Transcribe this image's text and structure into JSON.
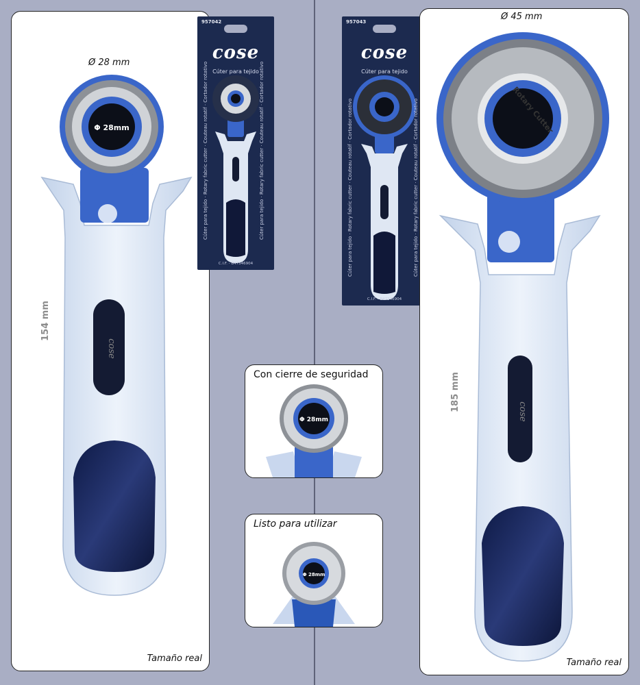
{
  "left_panel": {
    "diameter_label": "Ø 28 mm",
    "length_label": "154 mm",
    "caption": "Tamaño real",
    "blade_marking": "Φ 28mm",
    "handle_logo": "cose"
  },
  "right_panel": {
    "diameter_label": "Ø 45 mm",
    "length_label": "185 mm",
    "caption": "Tamaño real",
    "blade_marking": "Rotary Cutter",
    "handle_logo": "cose"
  },
  "package_small": {
    "code": "957042",
    "brand": "cose",
    "subtitle": "Cúter para tejido",
    "side_text": "Cúter para tejido · Rotary fabric cutter · Couteau rotatif · Cortador rotativo",
    "footer": "C.I.F. - B47346904"
  },
  "package_large": {
    "code": "957043",
    "brand": "cose",
    "subtitle": "Cúter para tejido",
    "side_text": "Cúter para tejido · Rotary fabric cutter · Couteau rotatif · Cortador rotativo",
    "footer": "C.I.F. - B47346904"
  },
  "inset_lock": {
    "title": "Con cierre de seguridad",
    "blade_marking": "Φ 28mm"
  },
  "inset_ready": {
    "title": "Listo para utilizar",
    "blade_marking": "Φ 28mm"
  },
  "colors": {
    "background": "#a9aec4",
    "handle": "#dbe6f5",
    "blue_guard": "#3a66c9",
    "blade": "#9a9ea4",
    "package": "#1c2a4f",
    "grip": "#1a2448"
  }
}
